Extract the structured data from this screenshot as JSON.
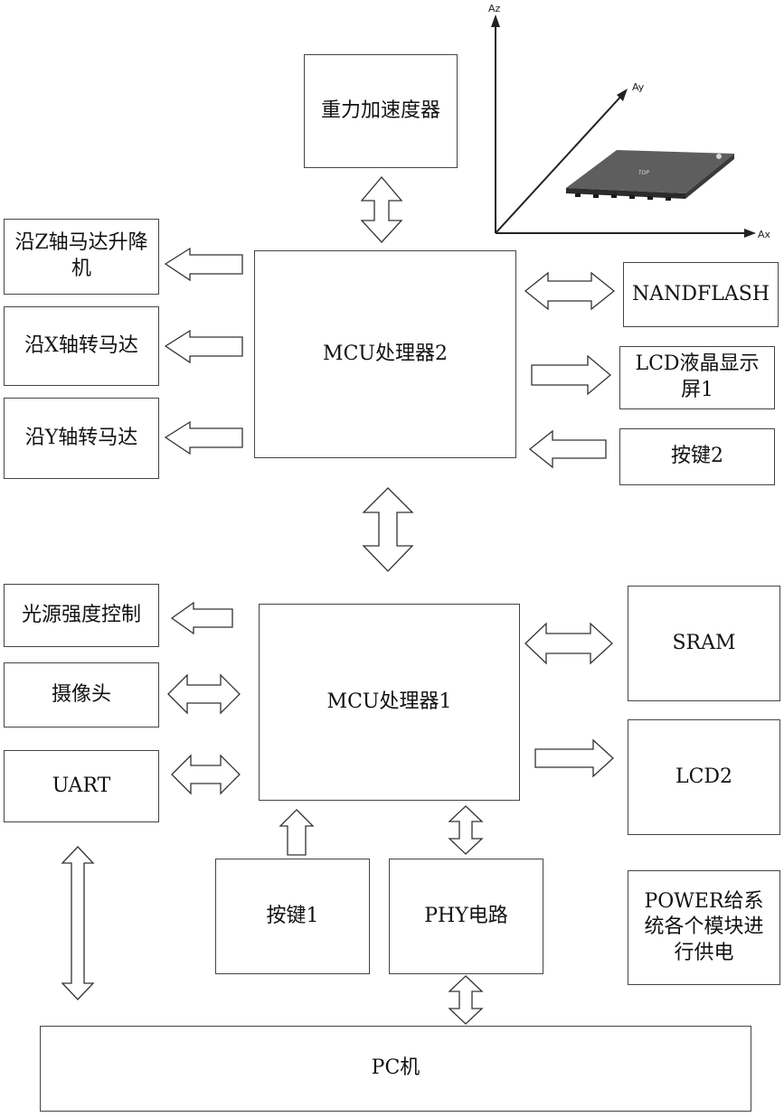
{
  "blocks": {
    "gravity_sensor": "重力加速度器",
    "z_lift": "沿Z轴马达升降机",
    "x_rot": "沿X轴转马达",
    "y_rot": "沿Y轴转马达",
    "mcu2": "MCU处理器2",
    "nandflash": "NANDFLASH",
    "lcd1": "LCD液晶显示屏1",
    "key2": "按键2",
    "light": "光源强度控制",
    "camera": "摄像头",
    "uart": "UART",
    "mcu1": "MCU处理器1",
    "sram": "SRAM",
    "lcd2": "LCD2",
    "key1": "按键1",
    "phy": "PHY电路",
    "power": "POWER给系统各个模块进行供电",
    "pc": "PC机"
  },
  "axes": {
    "z": "Az",
    "y": "Ay",
    "x": "Ax"
  },
  "chip_label": "TOP"
}
